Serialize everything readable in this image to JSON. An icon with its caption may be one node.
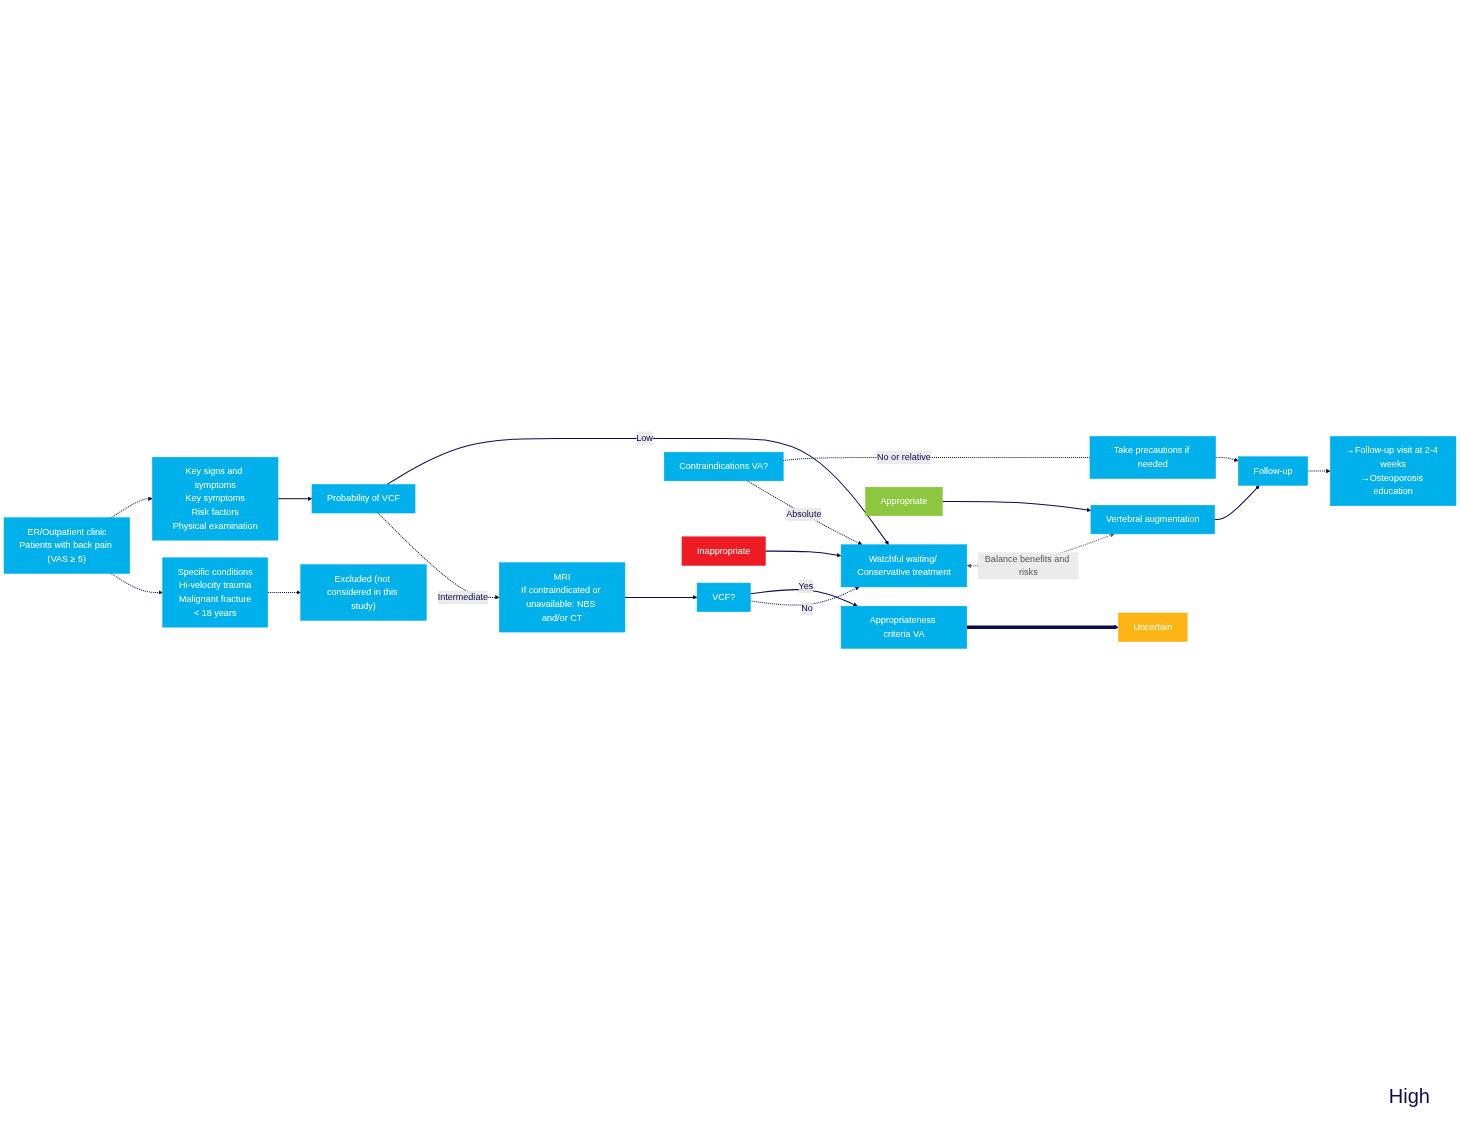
{
  "diagram": {
    "nodes": [
      {
        "text": [
          "ER/Outpatient clinic",
          "Patients with back pain (VAS ≥ 5)"
        ]
      },
      {
        "text": [
          "Specific conditions",
          "Hi-velocity trauma",
          "Malignant fracture",
          "< 18 years"
        ]
      },
      {
        "text": [
          "Excluded (not considered in this study)"
        ]
      },
      {
        "text": [
          "Key signs and symptoms",
          "Key symptoms",
          "Risk factors",
          "Physical examination"
        ]
      },
      {
        "text": [
          "Probability of VCF"
        ]
      },
      {
        "text": [
          "MRI",
          "If contraindicated or unavailable: NBS and/or CT"
        ]
      },
      {
        "text": [
          "Watchful waiting/ Conservative treatment"
        ]
      },
      {
        "text": [
          "VCF?"
        ]
      },
      {
        "text": [
          "Contraindications VA?"
        ]
      },
      {
        "text": [
          "Inappropriate"
        ]
      },
      {
        "text": [
          "Uncertain"
        ]
      },
      {
        "text": [
          "Appropriate"
        ]
      },
      {
        "text": [
          "Appropriateness criteria VA"
        ]
      },
      {
        "text": [
          "Take precautions if needed"
        ]
      },
      {
        "text": [
          "Vertebral augmentation"
        ]
      },
      {
        "text": [
          "Follow-up"
        ]
      },
      {
        "text": [
          "→Follow-up visit at 2-4 weeks",
          "→Osteoporosis education"
        ]
      }
    ],
    "edges": [
      {
        "from": 0,
        "to": 1,
        "arrow": "to",
        "style": "dashed"
      },
      {
        "from": 0,
        "to": 3,
        "arrow": "to",
        "style": "dashed"
      },
      {
        "from": 1,
        "to": 2,
        "arrow": "to",
        "style": "dashed"
      },
      {
        "from": 3,
        "to": 4,
        "arrow": "to"
      },
      {
        "from": 4,
        "to": 5,
        "arrow": "to",
        "style": "dashed",
        "label": "Intermediate"
      },
      {
        "from": 4,
        "to": 6,
        "arrow": "to",
        "label": "Low"
      },
      {
        "from": 5,
        "to": 7,
        "arrow": "to"
      },
      {
        "from": 7,
        "to": 6,
        "arrow": "to",
        "style": "dashed",
        "label": "No"
      },
      {
        "from": 7,
        "to": 12,
        "arrow": "to",
        "label": "Yes"
      },
      {
        "from": 8,
        "to": 6,
        "arrow": "to",
        "style": "dashed",
        "label": "Absolute"
      },
      {
        "from": 8,
        "to": 13,
        "arrow": "none",
        "style": "dashed",
        "label": "No or relative"
      },
      {
        "from": 12,
        "to": 10,
        "arrow": "to",
        "style": "thick"
      },
      {
        "from": 9,
        "to": 6,
        "arrow": "to"
      },
      {
        "from": 11,
        "to": 14,
        "arrow": "to"
      },
      {
        "from": 6,
        "to": 14,
        "arrow": "both",
        "style": "dashed",
        "color": "#555555",
        "label": "Balance benefits and risks"
      },
      {
        "from": 13,
        "to": 15,
        "arrow": "to",
        "style": "dashed"
      },
      {
        "from": 14,
        "to": 15,
        "arrow": "to"
      },
      {
        "from": 15,
        "to": 16,
        "arrow": "to",
        "style": "dashed"
      }
    ],
    "labels": [
      "High"
    ]
  }
}
